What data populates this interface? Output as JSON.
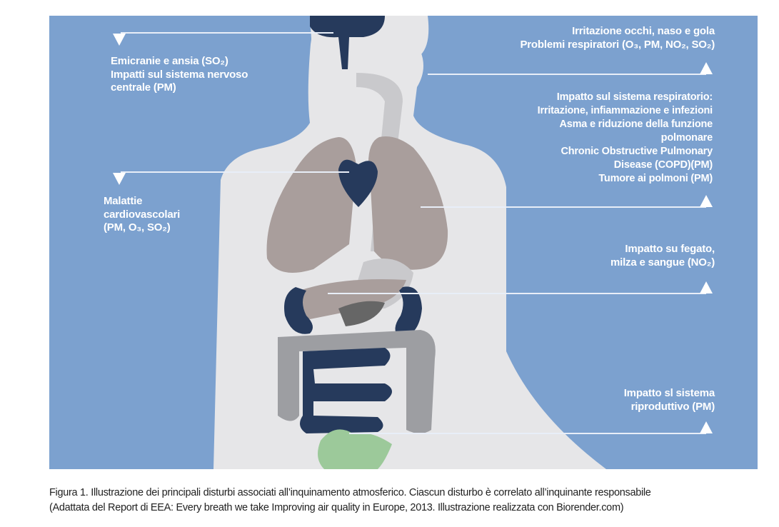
{
  "labels": {
    "head": [
      "Emicranie e ansia (SO₂)",
      "Impatti sul sistema nervoso",
      "centrale (PM)"
    ],
    "heart": [
      "Malattie",
      "cardiovascolari",
      "(PM, O₃, SO₂)"
    ],
    "eyes": [
      "Irritazione occhi, naso e gola",
      "Problemi respiratori (O₃, PM, NO₂, SO₂)"
    ],
    "lungs": [
      "Impatto sul sistema respiratorio:",
      "Irritazione, infiammazione e infezioni",
      "Asma e riduzione della funzione",
      "polmonare",
      "Chronic Obstructive Pulmonary",
      "Disease (COPD)(PM)",
      "Tumore ai polmoni (PM)"
    ],
    "liver": [
      "Impatto su fegato,",
      "milza e sangue (NO₂)"
    ],
    "repro": [
      "Impatto sl sistema",
      "riproduttivo (PM)"
    ]
  },
  "caption": [
    "Figura 1. Illustrazione dei principali disturbi associati all’inquinamento atmosferico. Ciascun disturbo è correlato all’inquinante responsabile",
    "(Adattata del Report di EEA: Every breath we take Improving air quality in Europe, 2013. Illustrazione realizzata con Biorender.com)"
  ],
  "colors": {
    "background": "#7ca1cf",
    "body": "#e6e6e8",
    "organ_dark": "#263a5c",
    "lung": "#a99e9c",
    "gut": "#9d9ea2",
    "green": "#9cc99a"
  }
}
